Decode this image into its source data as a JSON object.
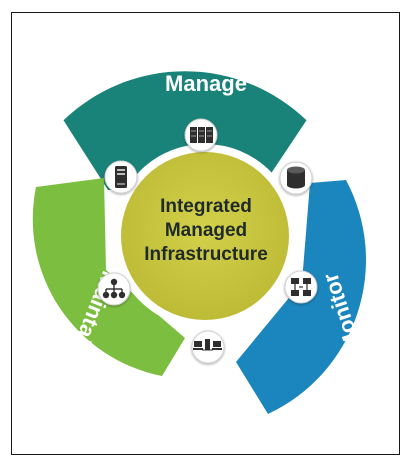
{
  "diagram": {
    "center": {
      "lines": [
        "Integrated",
        "Managed",
        "Infrastructure"
      ],
      "color": "#c6c43a"
    },
    "segments": {
      "manage": {
        "label": "Manage",
        "color": "#19837a"
      },
      "monitor": {
        "label": "Monitor",
        "color": "#1b86bd"
      },
      "maintain": {
        "label": "Maintain",
        "color": "#7cbe3f"
      }
    },
    "icons": [
      "server-rack-icon",
      "database-icon",
      "network-devices-icon",
      "connected-computers-icon",
      "hierarchy-icon",
      "server-tower-icon"
    ]
  }
}
